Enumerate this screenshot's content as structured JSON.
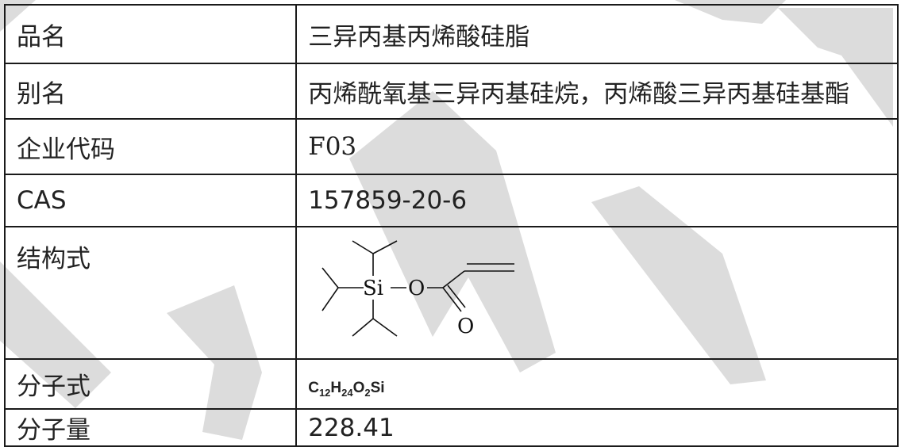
{
  "rows": [
    {
      "label": "品名",
      "value": "三异丙基丙烯酸硅脂"
    },
    {
      "label": "别名",
      "value": "丙烯酰氧基三异丙基硅烷，丙烯酸三异丙基硅基酯"
    },
    {
      "label": "企业代码",
      "value": "F03"
    },
    {
      "label": "CAS",
      "value": "157859-20-6"
    },
    {
      "label": "结构式",
      "value": ""
    },
    {
      "label": "分子式",
      "value": ""
    },
    {
      "label": "分子量",
      "value": "228.41"
    }
  ],
  "formula": {
    "e1": "C",
    "n1": "12",
    "e2": "H",
    "n2": "24",
    "e3": "O",
    "n3": "2",
    "e4": "Si"
  },
  "structure": {
    "atom_si": "Si",
    "atom_o1": "O",
    "atom_o2": "O"
  },
  "colors": {
    "watermark": "#d0d0d0",
    "border": "#1a1a1a"
  }
}
